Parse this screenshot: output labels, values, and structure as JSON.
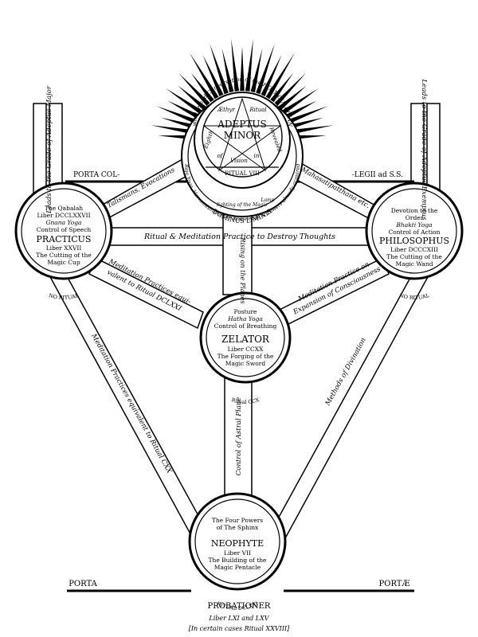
{
  "adeptus": {
    "title1": "ADEPTUS",
    "title2": "MINOR",
    "star_words": [
      "Æthyr",
      "Ritual",
      "Revealed",
      "in",
      "Vision",
      "of",
      "Eighth"
    ],
    "ritual": "RITUAL VIII",
    "arc_outer": "The Knowledge and Conversation of the HOLY GUARDIAN ANGEL",
    "arc_inner": "Control of Thought, Raja Yoga, Harmonising of the Knowledge & Powers already acquired. Liber Mysteriorum",
    "dominus": "DOMINUS LIMINIS",
    "lamp1": "Lamp",
    "lamp2": "lighting of the Magic"
  },
  "practicus": {
    "lines": [
      "The Qabalah",
      "Liber DCCLXXVII",
      "Gnana Yoga",
      "Control of Speech"
    ],
    "title": "PRACTICUS",
    "lines2": [
      "Liber XXVII",
      "The Cutting of the",
      "Magic Cup"
    ],
    "ritual": "NO RITUAL"
  },
  "philosophus": {
    "lines": [
      "Devotion to the",
      "Order",
      "Bhakti Yoga",
      "Control of Action"
    ],
    "title": "PHILOSOPHUS",
    "lines2": [
      "Liber DCCCXIII",
      "The Cutting of the",
      "Magic Wand"
    ],
    "ritual": "NO RITUAL"
  },
  "zelator": {
    "lines": [
      "Posture",
      "Hatha Yoga",
      "Control of Breathing"
    ],
    "title": "ZELATOR",
    "lines2": [
      "Liber CCXX",
      "The Forging of the",
      "Magic Sword"
    ],
    "ritual": "Ritual CCX"
  },
  "neophyte": {
    "lines": [
      "The Four Powers",
      "of The Sphinx"
    ],
    "title": "NEOPHYTE",
    "lines2": [
      "Liber VII",
      "The Building of the",
      "Magic Pentacle"
    ],
    "ritual": "RITUAL DCLXXI"
  },
  "paths": {
    "left_vertical": "Leads to the Grade of Adeptus Major",
    "right_vertical": "Leads to the Grade of Adeptus Exemptus",
    "porta_col": "PORTA COL-",
    "legii": "-LEGII ad S.S.",
    "talismans": "Talismans, Evocations",
    "mahasati": "Mahasatipatthana etc.",
    "destroy": "Ritual & Meditation Practice to Destroy Thoughts",
    "rising": "Rising on the Planes",
    "med_dclxxi_1": "Meditation Practices equi-",
    "med_dclxxi_2": "valent to Ritual DCLXXI",
    "expansion_1": "Meditation Practice on",
    "expansion_2": "Expansion of Consciousness",
    "med_cxx": "Meditation Practices equivalent to Ritual CXX",
    "divination": "Methods of Divination",
    "astral": "Control of Astral Plane"
  },
  "bottom": {
    "porta": "PORTA",
    "portae": "PORTÆ",
    "probationer": "PROBATIONER",
    "liber": "Liber LXI and LXV",
    "cases": "[In certain cases Ritual XXVIII]"
  }
}
